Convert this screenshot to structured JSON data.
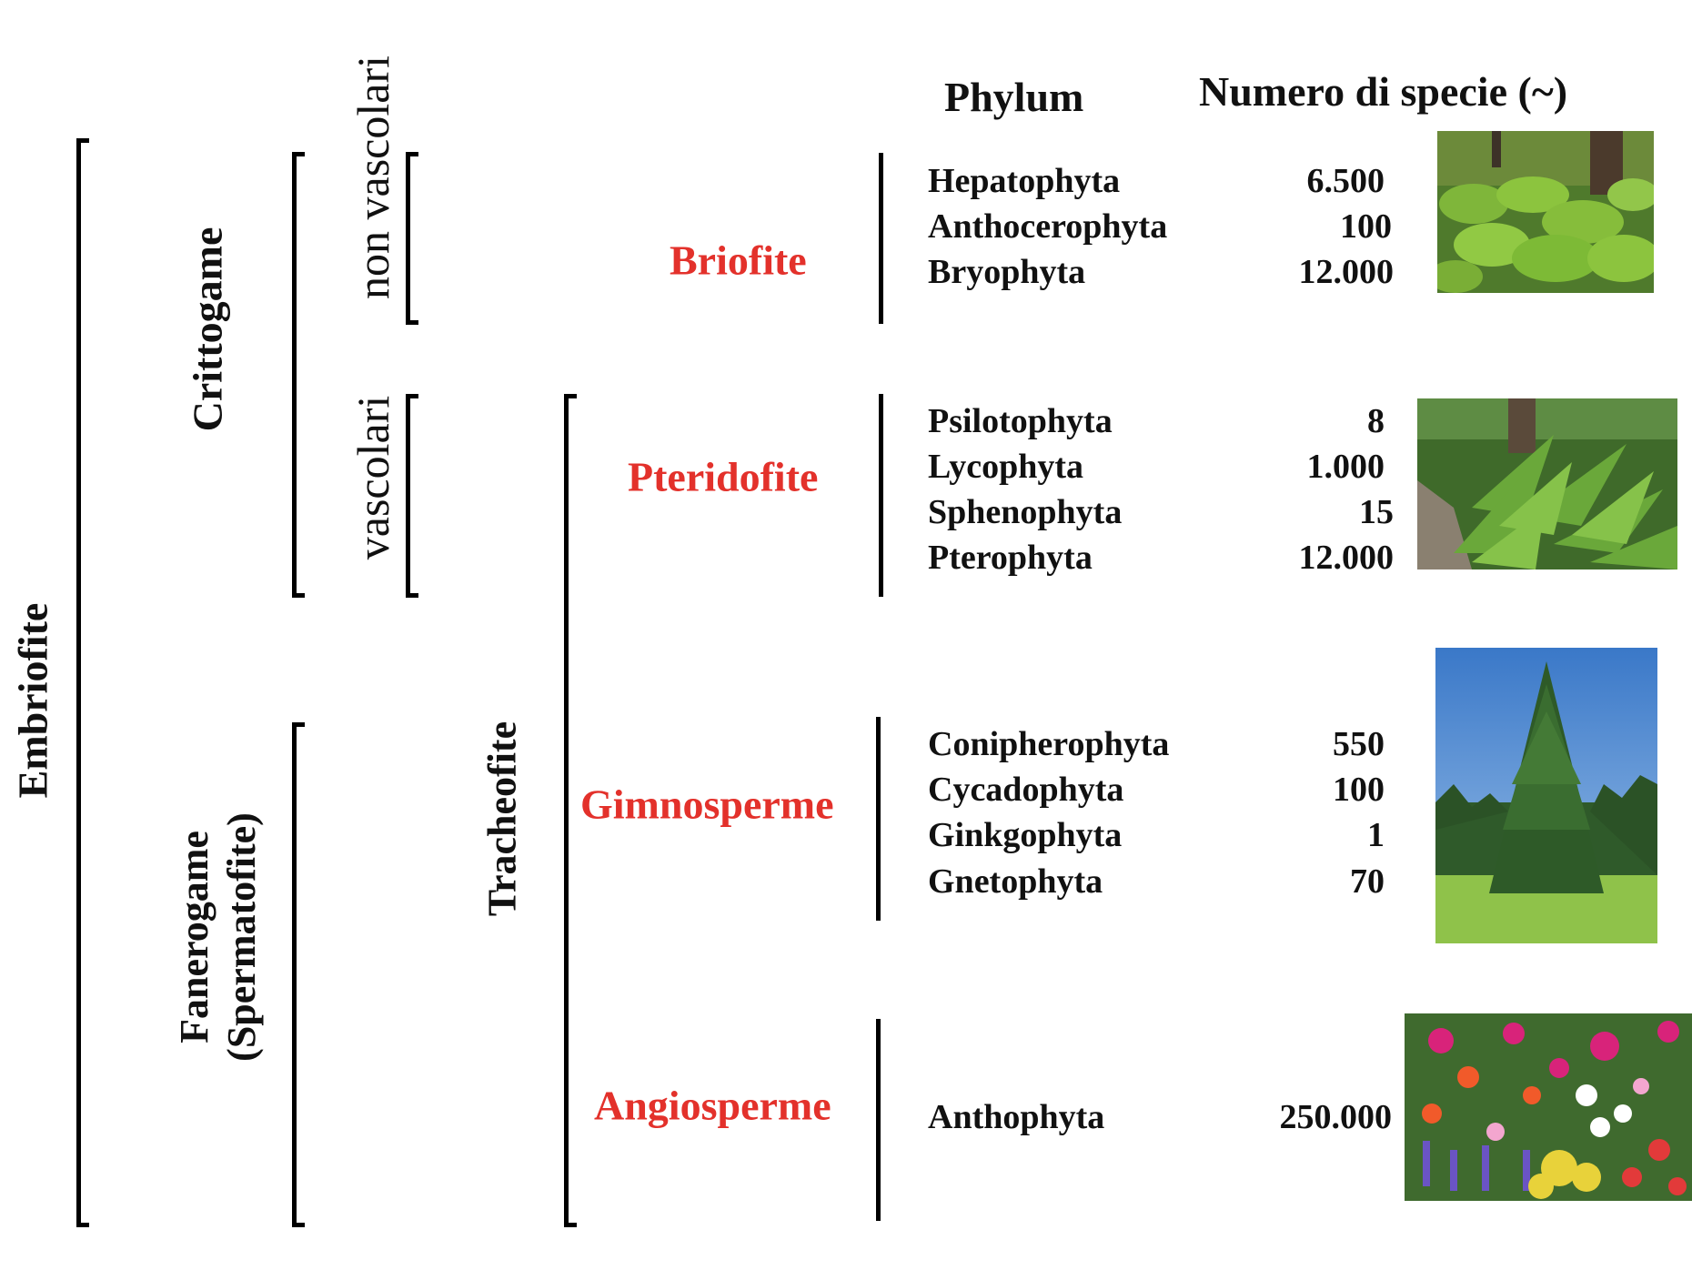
{
  "taxonomy": {
    "embriofite": "Embriofite",
    "crittogame": "Crittogame",
    "fanerogame": "Fanerogame",
    "spermatofite": "(Spermatofite)",
    "non_vascolari": "non vascolari",
    "vascolari": "vascolari",
    "tracheofite": "Tracheofite"
  },
  "headers": {
    "phylum": "Phylum",
    "species_count": "Numero di specie (~)"
  },
  "groups": [
    {
      "label": "Briofite",
      "photo": "moss-photo",
      "phyla": [
        {
          "name": "Hepatophyta",
          "count": "6.500"
        },
        {
          "name": "Anthocerophyta",
          "count": "100"
        },
        {
          "name": "Bryophyta",
          "count": "12.000"
        }
      ]
    },
    {
      "label": "Pteridofite",
      "photo": "fern-photo",
      "phyla": [
        {
          "name": "Psilotophyta",
          "count": "8"
        },
        {
          "name": "Lycophyta",
          "count": "1.000"
        },
        {
          "name": "Sphenophyta",
          "count": "15"
        },
        {
          "name": "Pterophyta",
          "count": "12.000"
        }
      ]
    },
    {
      "label": "Gimnosperme",
      "photo": "conifer-photo",
      "phyla": [
        {
          "name": "Conipherophyta",
          "count": "550"
        },
        {
          "name": "Cycadophyta",
          "count": "100"
        },
        {
          "name": "Ginkgophyta",
          "count": "1"
        },
        {
          "name": "Gnetophyta",
          "count": "70"
        }
      ]
    },
    {
      "label": "Angiosperme",
      "photo": "flowers-photo",
      "phyla": [
        {
          "name": "Anthophyta",
          "count": "250.000"
        }
      ]
    }
  ],
  "colors": {
    "group_label": "#e3312b",
    "text": "#111111",
    "bracket": "#000000"
  }
}
